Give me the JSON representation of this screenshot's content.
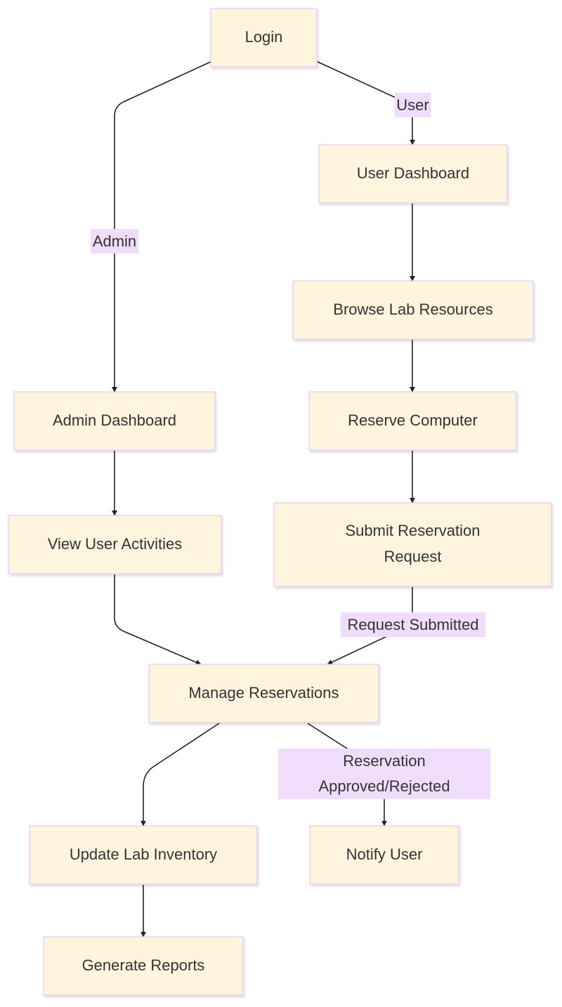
{
  "colors": {
    "node_fill": "#fff4dd",
    "node_border": "#e2c9f0",
    "edge_label_fill": "#f0dcfb",
    "edge_stroke": "#222222",
    "text": "#333333"
  },
  "nodes": {
    "login": "Login",
    "user_dashboard": "User Dashboard",
    "browse_lab_resources": "Browse Lab Resources",
    "admin_dashboard": "Admin Dashboard",
    "reserve_computer": "Reserve Computer",
    "view_user_activities": "View User Activities",
    "submit_reservation_request": [
      "Submit Reservation",
      "Request"
    ],
    "manage_reservations": "Manage Reservations",
    "update_lab_inventory": "Update Lab Inventory",
    "notify_user": "Notify User",
    "generate_reports": "Generate Reports"
  },
  "edge_labels": {
    "user": "User",
    "admin": "Admin",
    "request_submitted": "Request Submitted",
    "reservation_approved_rejected": [
      "Reservation",
      "Approved/Rejected"
    ]
  }
}
